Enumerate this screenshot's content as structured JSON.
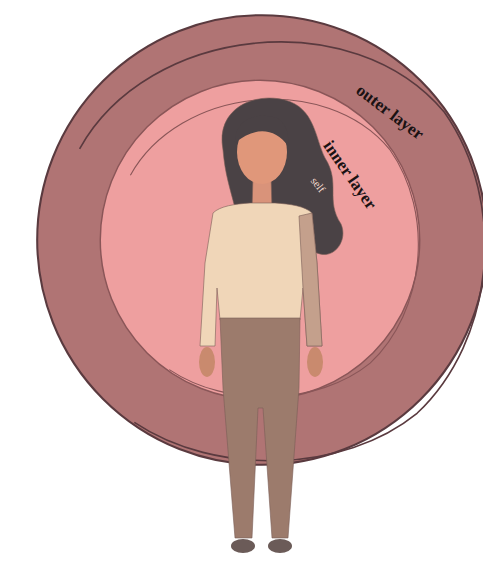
{
  "diagram": {
    "nodes": [
      {
        "text": [
          "outer layer"
        ]
      },
      {
        "text": [
          "inner layer"
        ],
        "in": 0
      },
      {
        "text": [
          "self"
        ],
        "in": 1
      }
    ]
  }
}
